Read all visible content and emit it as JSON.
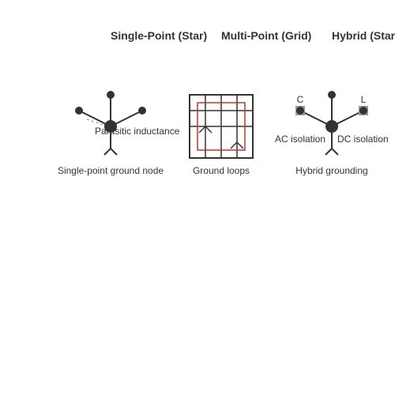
{
  "titles": {
    "single": "Single-Point (Star)",
    "multi": "Multi-Point (Grid)",
    "hybrid": "Hybrid (Star"
  },
  "single": {
    "parasitic": "Parasitic inductance",
    "caption": "Single-point ground node"
  },
  "multi": {
    "caption": "Ground loops"
  },
  "hybrid": {
    "cap_label": "C",
    "ind_label": "L",
    "ac": "AC isolation",
    "dc": "DC isolation",
    "caption": "Hybrid grounding"
  },
  "colors": {
    "ink": "#333333",
    "loop": "#c0392b",
    "component": "#999999"
  }
}
